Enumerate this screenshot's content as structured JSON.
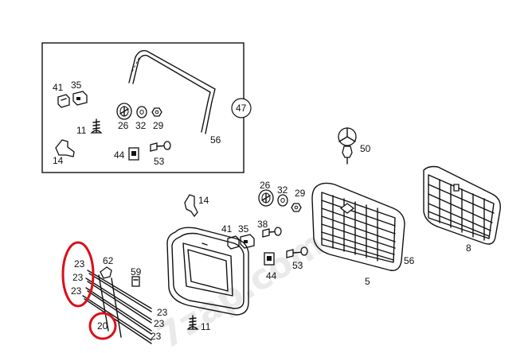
{
  "diagram": {
    "watermark": "7zap.com",
    "inset_labels": {
      "l41": "41",
      "l35": "35",
      "l11": "11",
      "l14": "14",
      "l26": "26",
      "l32": "32",
      "l29": "29",
      "l44": "44",
      "l53": "53",
      "l56": "56",
      "l47": "47"
    },
    "main_labels": {
      "l50": "50",
      "l26": "26",
      "l32": "32",
      "l29": "29",
      "l14": "14",
      "l41": "41",
      "l35": "35",
      "l38": "38",
      "l53": "53",
      "l44": "44",
      "l56": "56",
      "l5": "5",
      "l8": "8",
      "l62": "62",
      "l59": "59",
      "l11": "11",
      "l23a": "23",
      "l23b": "23",
      "l23c": "23",
      "l23d": "23",
      "l23e": "23",
      "l23f": "23",
      "l20": "20"
    },
    "highlight_color": "#d8101a"
  }
}
